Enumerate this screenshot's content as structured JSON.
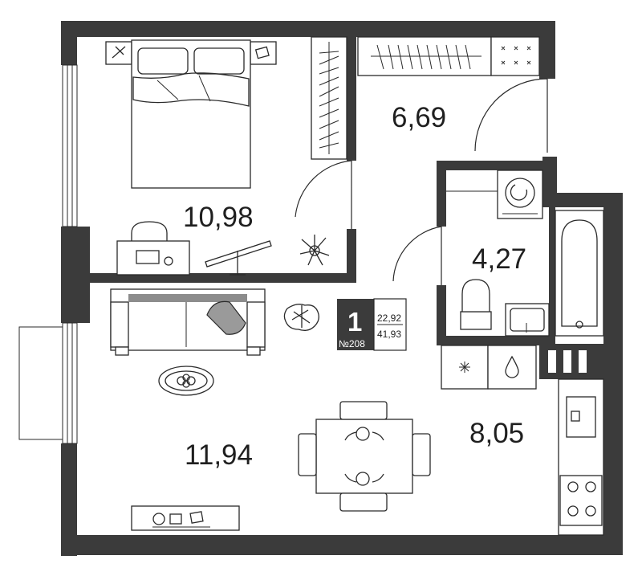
{
  "rooms": {
    "bedroom": {
      "area": "10,98"
    },
    "wardrobe": {
      "area": "6,69"
    },
    "bathroom": {
      "area": "4,27"
    },
    "living": {
      "area": "11,94"
    },
    "kitchen": {
      "area": "8,05"
    }
  },
  "badge": {
    "rooms_count": "1",
    "apartment_number": "№208",
    "living_area": "22,92",
    "total_area": "41,93"
  },
  "colors": {
    "wall": "#3b3b3b",
    "badge": "#3b3b3b",
    "line": "#2a2a2a"
  }
}
